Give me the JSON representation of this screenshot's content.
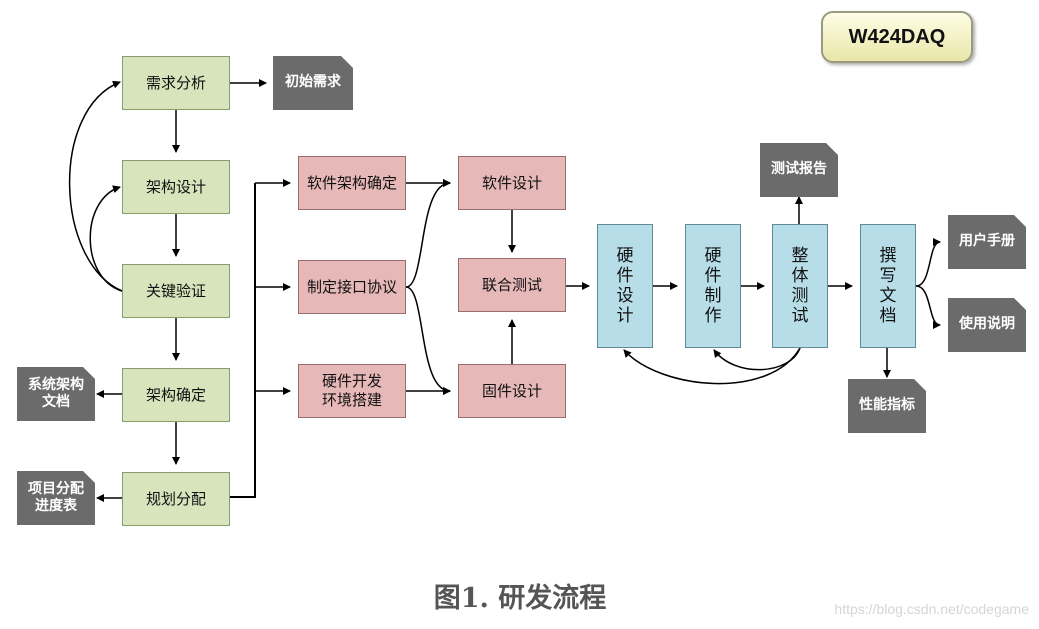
{
  "badge": "W424DAQ",
  "caption": "图1. 研发流程",
  "watermark": "https://blog.csdn.net/codegame",
  "colors": {
    "green": "#d8e4bc",
    "pink": "#e6b8b7",
    "blue": "#b7dde8",
    "doc": "#6b6b6b"
  },
  "process": {
    "req": "需求分析",
    "arch": "架构设计",
    "verify": "关键验证",
    "confirm": "架构确定",
    "plan": "规划分配"
  },
  "docs": {
    "init_req": "初始需求",
    "sys_arch": "系统架构文档",
    "schedule": "项目分配进度表",
    "test_report": "测试报告",
    "perf": "性能指标",
    "manual": "用户手册",
    "usage": "使用说明"
  },
  "tasks": {
    "sw_arch": "软件架构确定",
    "iface": "制定接口协议",
    "hw_env": "硬件开发环境搭建",
    "sw_design": "软件设计",
    "joint_test": "联合测试",
    "fw_design": "固件设计"
  },
  "stages": {
    "hw_design": "硬件设计",
    "hw_make": "硬件制作",
    "full_test": "整体测试",
    "write_doc": "撰写文档"
  }
}
